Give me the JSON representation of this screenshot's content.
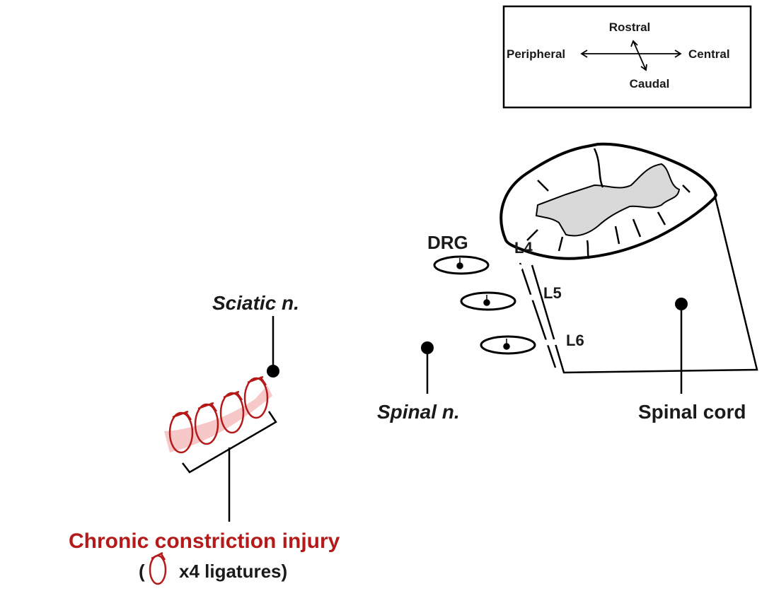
{
  "orientation_legend": {
    "rostral": "Rostral",
    "caudal": "Caudal",
    "peripheral": "Peripheral",
    "central": "Central"
  },
  "labels": {
    "drg": "DRG",
    "l4": "L4",
    "l5": "L5",
    "l6": "L6",
    "sciatic": "Sciatic n.",
    "spinal_nerve": "Spinal n.",
    "spinal_cord": "Spinal cord",
    "cci_title": "Chronic constriction injury",
    "cci_paren_open": "(",
    "cci_ligatures": "x4 ligatures)"
  },
  "colors": {
    "injury_red": "#b51a1a",
    "injury_highlight": "#f4b6b6",
    "grey_matter": "#d9d9d9"
  }
}
